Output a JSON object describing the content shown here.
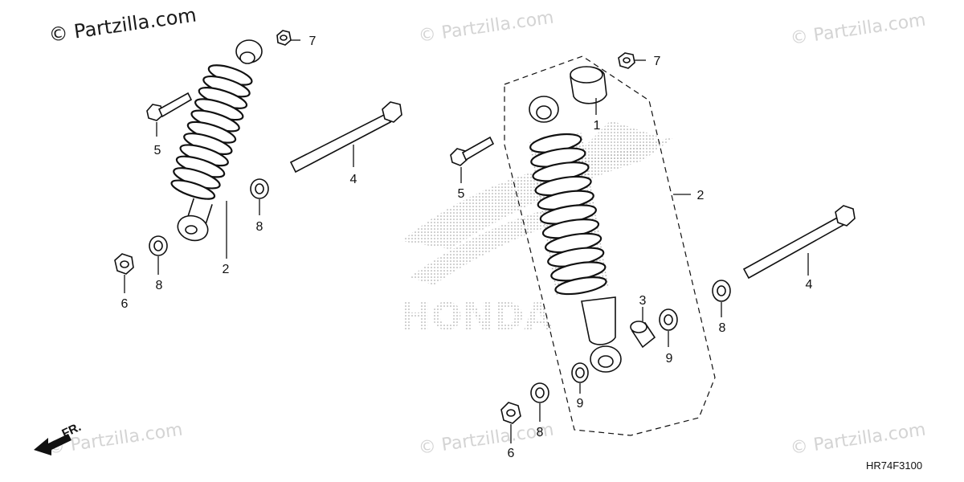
{
  "watermark": {
    "main": "© Partzilla.com",
    "faded": "© Partzilla.com"
  },
  "background_logo": {
    "text": "HONDA"
  },
  "direction_label": "FR.",
  "drawing_code": "HR74F3100",
  "callouts": {
    "left_1": "7",
    "left_2": "5",
    "left_3": "4",
    "left_4": "8",
    "left_5": "2",
    "left_6": "8",
    "left_7": "6",
    "right_1": "7",
    "right_2": "1",
    "right_3": "5",
    "right_4": "2",
    "right_5": "4",
    "right_6": "3",
    "right_7": "9",
    "right_8": "8",
    "right_9": "9",
    "right_10": "8",
    "right_11": "6"
  },
  "colors": {
    "line": "#111111",
    "watermark": "#d4d4d4",
    "dots": "#9a9a9a"
  }
}
